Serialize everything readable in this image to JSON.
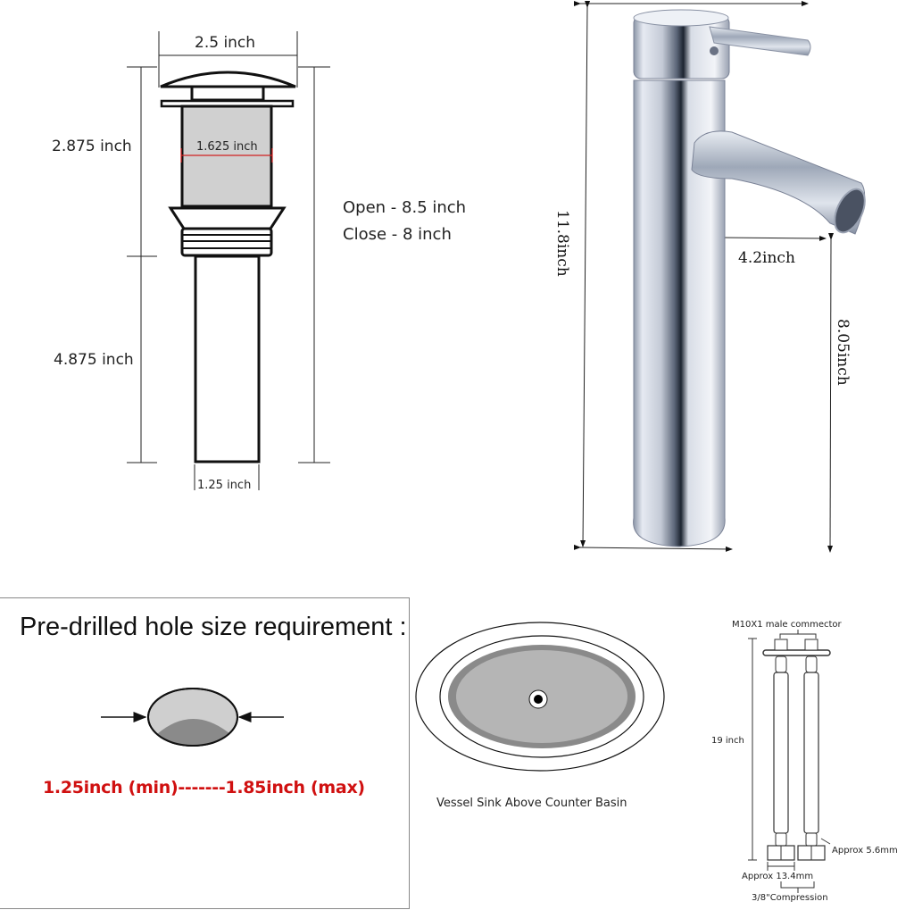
{
  "drain": {
    "top_width": "2.5 inch",
    "inner_width": "1.625 inch",
    "upper_height": "2.875 inch",
    "lower_height": "4.875 inch",
    "tail_width": "1.25 inch",
    "open_height": "Open - 8.5 inch",
    "close_height": "Close - 8 inch"
  },
  "faucet": {
    "total_height": "11.8inch",
    "spout_reach": "4.2inch",
    "spout_height": "8.05inch"
  },
  "hole_requirement": {
    "title": "Pre-drilled hole size requirement :",
    "range": "1.25inch (min)-------1.85inch (max)",
    "range_color": "#d01010"
  },
  "sink": {
    "caption": "Vessel Sink Above Counter  Basin"
  },
  "hose": {
    "connector": "M10X1 male commector",
    "length": "19 inch",
    "inner_diameter": "Approx 5.6mm",
    "nut_width": "Approx 13.4mm",
    "compression": "3/8\"Compression"
  }
}
